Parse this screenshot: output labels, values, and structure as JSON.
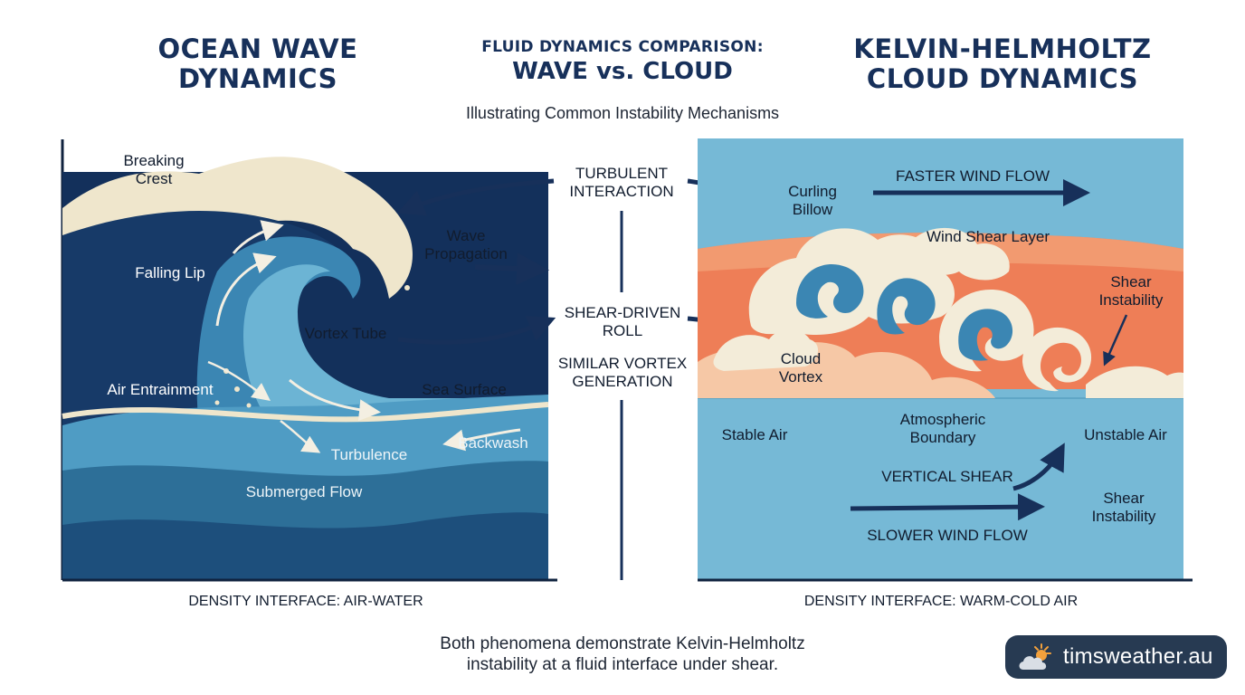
{
  "header": {
    "left_title_line1": "OCEAN WAVE",
    "left_title_line2": "DYNAMICS",
    "center_small": "FLUID DYNAMICS COMPARISON:",
    "center_big": "WAVE vs. CLOUD",
    "right_title_line1": "KELVIN-HELMHOLTZ",
    "right_title_line2": "CLOUD DYNAMICS",
    "subtitle": "Illustrating Common Instability Mechanisms"
  },
  "wave_panel": {
    "breaking_crest_1": "Breaking",
    "breaking_crest_2": "Crest",
    "falling_lip": "Falling Lip",
    "vortex_tube": "Vortex Tube",
    "air_entrainment": "Air Entrainment",
    "sea_surface": "Sea Surface",
    "turbulence": "Turbulence",
    "backwash": "Backwash",
    "submerged_flow": "Submerged Flow",
    "footer": "DENSITY INTERFACE: AIR-WATER"
  },
  "center": {
    "wave_propagation_1": "Wave",
    "wave_propagation_2": "Propagation",
    "turbulent_1": "TURBULENT",
    "turbulent_2": "INTERACTION",
    "shear_roll_1": "SHEAR-DRIVEN",
    "shear_roll_2": "ROLL",
    "similar_1": "SIMILAR VORTEX",
    "similar_2": "GENERATION"
  },
  "cloud_panel": {
    "curling_1": "Curling",
    "curling_2": "Billow",
    "faster_wind": "FASTER WIND FLOW",
    "wind_shear_layer": "Wind Shear Layer",
    "shear_instability_top_1": "Shear",
    "shear_instability_top_2": "Instability",
    "cloud_vortex_1": "Cloud",
    "cloud_vortex_2": "Vortex",
    "stable_air": "Stable Air",
    "atmospheric_1": "Atmospheric",
    "atmospheric_2": "Boundary",
    "unstable_air": "Unstable Air",
    "vertical_shear": "VERTICAL SHEAR",
    "shear_instability_bottom_1": "Shear",
    "shear_instability_bottom_2": "Instability",
    "slower_wind": "SLOWER WIND FLOW",
    "footer": "DENSITY INTERFACE: WARM-COLD AIR"
  },
  "conclusion": {
    "line1": "Both phenomena demonstrate Kelvin-Helmholtz",
    "line2": "instability at a fluid interface under shear."
  },
  "brand": {
    "name_a": "tims",
    "name_b": "weather.au",
    "icon": "sun-cloud-icon"
  },
  "colors": {
    "navy": "#17305a",
    "deep_ocean": "#12305a",
    "wave_blue": "#3b86b3",
    "foam": "#efe6cc",
    "sky": "#76b9d6",
    "sunset": "#ee7e57",
    "cloud_cream": "#f3ecd9"
  }
}
